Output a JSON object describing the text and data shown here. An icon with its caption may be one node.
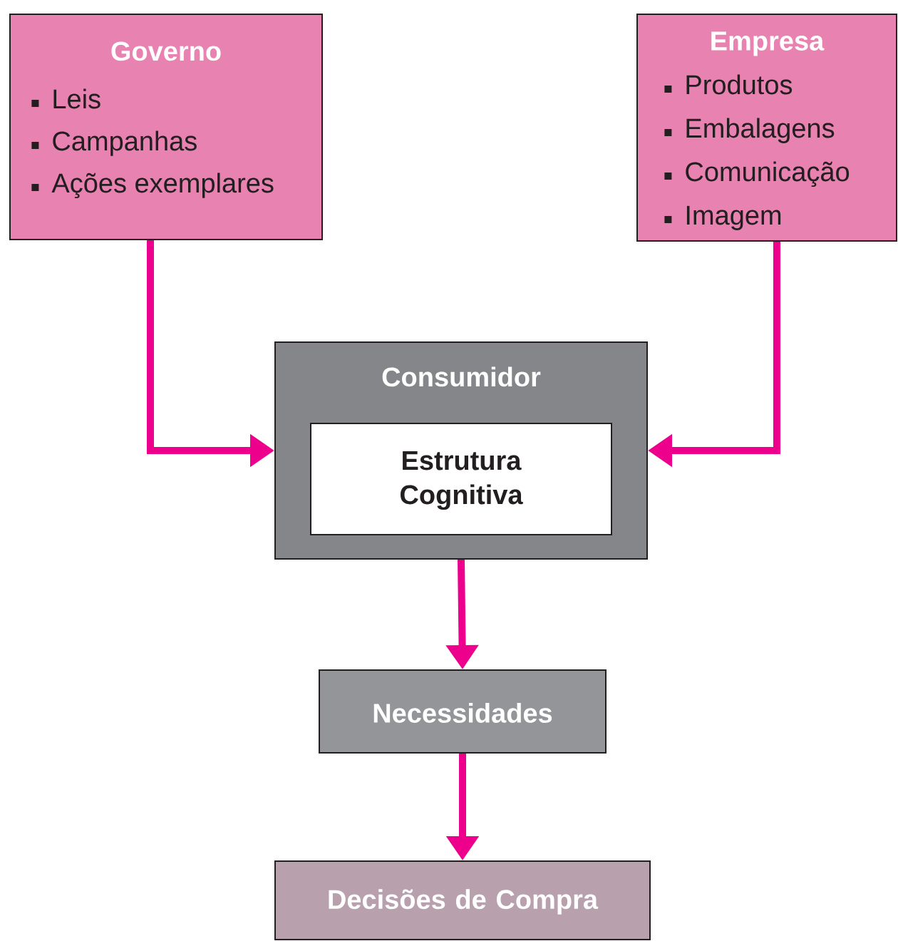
{
  "diagram": {
    "nodes": [
      {
        "text": [
          "Governo",
          "Leis",
          "Campanhas",
          "Ações exemplares"
        ]
      },
      {
        "text": [
          "Empresa",
          "Produtos",
          "Embalagens",
          "Comunicação",
          "Imagem"
        ]
      },
      {
        "text": [
          "Consumidor"
        ]
      },
      {
        "text": [
          "Estrutura Cognitiva"
        ],
        "in": 2
      },
      {
        "text": [
          "Necessidades"
        ]
      },
      {
        "text": [
          "Decisões de Compra"
        ]
      }
    ],
    "edges": [
      {
        "from": 0,
        "to": 2,
        "arrow": "to"
      },
      {
        "from": 1,
        "to": 2,
        "arrow": "to"
      },
      {
        "from": 2,
        "to": 4,
        "arrow": "to"
      },
      {
        "from": 4,
        "to": 5,
        "arrow": "to"
      }
    ]
  }
}
